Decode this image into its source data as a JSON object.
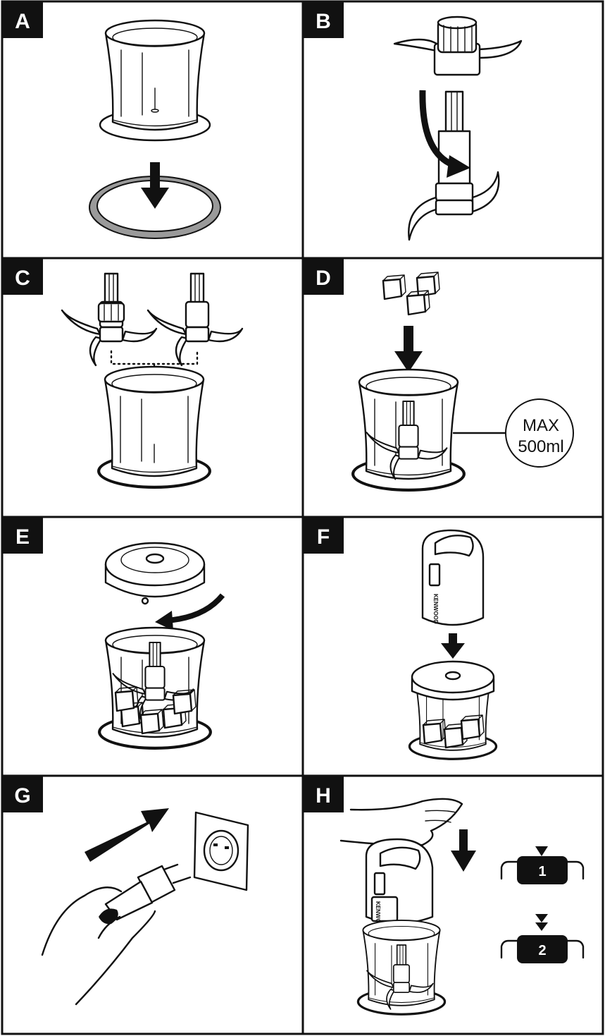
{
  "panels": [
    {
      "label": "A"
    },
    {
      "label": "B"
    },
    {
      "label": "C"
    },
    {
      "label": "D",
      "callout_line1": "MAX",
      "callout_line2": "500ml"
    },
    {
      "label": "E"
    },
    {
      "label": "F",
      "brand": "KENWOOD"
    },
    {
      "label": "G"
    },
    {
      "label": "H",
      "brand": "KENWOOD",
      "speed1": "1",
      "speed2": "2"
    }
  ],
  "icons": [
    "bowl",
    "non-slip-ring",
    "blade-unit",
    "ice-cubes",
    "lid",
    "power-unit",
    "plug",
    "socket",
    "hand",
    "down-arrow",
    "curved-arrow"
  ],
  "colors": {
    "line": "#111111",
    "ring": "#9a9a9a",
    "background": "#ffffff"
  }
}
